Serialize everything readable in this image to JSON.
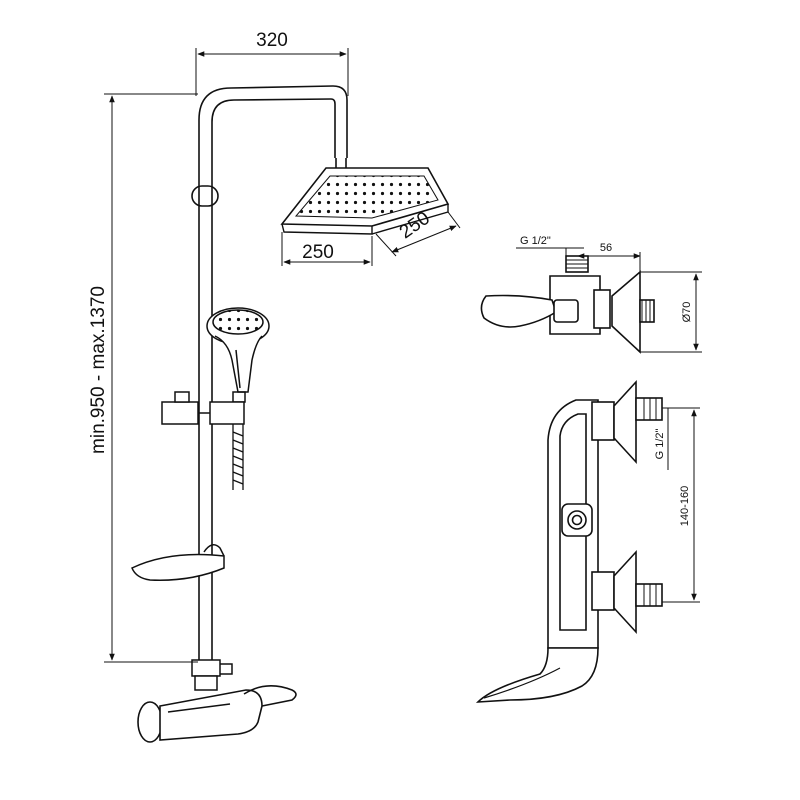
{
  "dimensions": {
    "top_width": "320",
    "head_width": "250",
    "head_depth": "250",
    "height_range": "min.950 - max.1370",
    "thread_top": "G 1/2\"",
    "projection": "56",
    "escutcheon_diameter": "Ø70",
    "thread_side": "G 1/2\"",
    "inlet_spacing": "140-160"
  },
  "colors": {
    "line": "#111111",
    "background": "#ffffff"
  }
}
